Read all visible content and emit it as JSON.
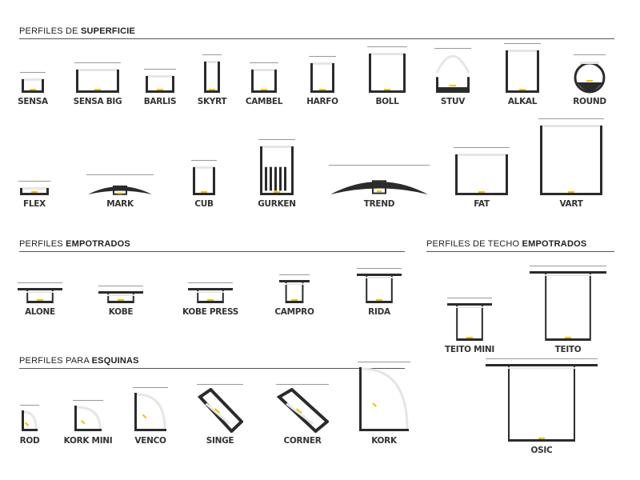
{
  "sections": [
    {
      "prefix": "PERFILES DE",
      "bold": "SUPERFICIE"
    },
    {
      "prefix": "PERFILES",
      "bold": "EMPOTRADOS"
    },
    {
      "prefix": "PERFILES DE TECHO",
      "bold": "EMPOTRADOS"
    },
    {
      "prefix": "PERFILES PARA",
      "bold": "ESQUINAS"
    }
  ],
  "profiles": [
    "SENSA",
    "SENSA BIG",
    "BARLIS",
    "SKYRT",
    "CAMBEL",
    "HARFO",
    "BOLL",
    "STUV",
    "ALKAL",
    "ROUND",
    "FLEX",
    "MARK",
    "CUB",
    "GURKEN",
    "TREND",
    "FAT",
    "VART",
    "ALONE",
    "KOBE",
    "KOBE PRESS",
    "CAMPRO",
    "RIDA",
    "TEITO MINI",
    "TEITO",
    "ROD",
    "KORK MINI",
    "VENCO",
    "SINGE",
    "CORNER",
    "KORK",
    "OSIC"
  ],
  "colors": {
    "profile": "#2b2b2b",
    "diffuser": "#e6e6e6",
    "led": "#f2c200",
    "rule": "#555555"
  }
}
